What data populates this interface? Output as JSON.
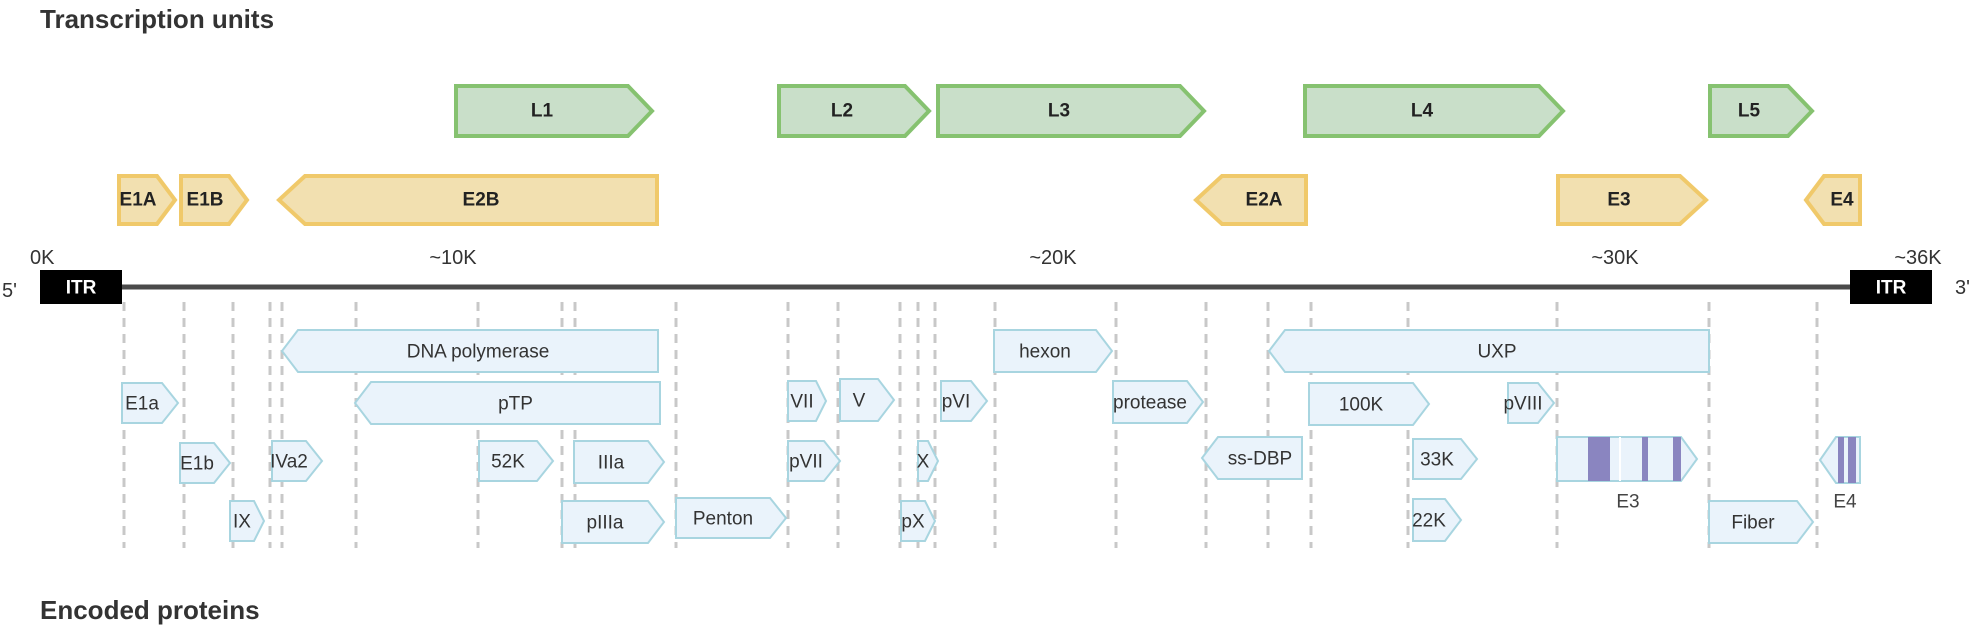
{
  "headings": {
    "transcription_units": "Transcription units",
    "encoded_proteins": "Encoded proteins"
  },
  "genome": {
    "five_prime": "5'",
    "three_prime": "3'",
    "itr_left": "ITR",
    "itr_right": "ITR",
    "ticks": [
      "0K",
      "~10K",
      "~20K",
      "~30K",
      "~36K"
    ]
  },
  "colors": {
    "late_fill": "#c9dfc9",
    "late_stroke": "#86c270",
    "early_fill": "#f2e0b0",
    "early_stroke": "#f0c96a",
    "protein_fill": "#eaf3fb",
    "protein_stroke": "#a8d5e0",
    "band": "#8a85c0",
    "backbone": "#4a4a4a",
    "itr": "#000000",
    "dash": "#c8c8c8"
  },
  "late_units": [
    "L1",
    "L2",
    "L3",
    "L4",
    "L5"
  ],
  "early_units": [
    "E1A",
    "E1B",
    "E2B",
    "E2A",
    "E3",
    "E4"
  ],
  "proteins": [
    "E1a",
    "E1b",
    "IX",
    "IVa2",
    "DNA polymerase",
    "pTP",
    "52K",
    "IIIa",
    "pIIIa",
    "Penton",
    "VII",
    "pVII",
    "V",
    "X",
    "pX",
    "pVI",
    "hexon",
    "protease",
    "ss-DBP",
    "UXP",
    "100K",
    "33K",
    "22K",
    "pVIII",
    "Fiber"
  ],
  "region_captions": [
    "E3",
    "E4"
  ]
}
